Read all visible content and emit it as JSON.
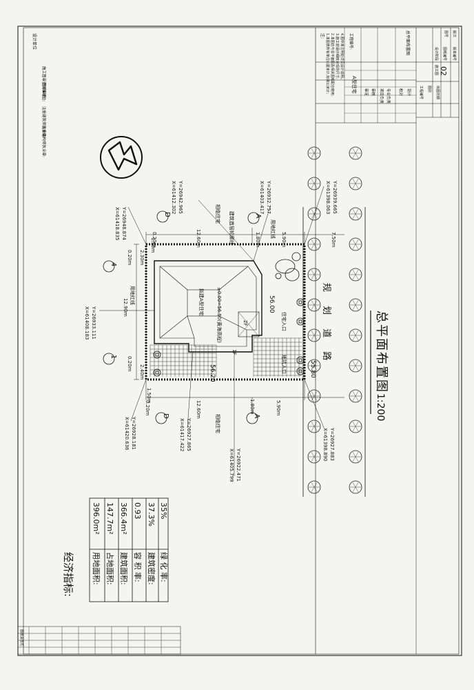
{
  "drawing": {
    "title": "总平面布置图",
    "scale": "1:200",
    "project_name": "A型住宅",
    "sheet_title": "总平面布置图",
    "sheet_number": "02"
  },
  "indicators": {
    "heading": "经济指标:",
    "rows": [
      {
        "label": "用地面积:",
        "value": "396.0m²"
      },
      {
        "label": "占地面积:",
        "value": "147.7m²"
      },
      {
        "label": "建筑面积:",
        "value": "366.4m²"
      },
      {
        "label": "容 积 率:",
        "value": "0.93"
      },
      {
        "label": "建筑密度:",
        "value": "37.3%"
      },
      {
        "label": "绿 化 率:",
        "value": "35%"
      }
    ]
  },
  "labels": {
    "neighbor_top": "相临住宅",
    "neighbor_bottom": "相临住宅",
    "setback_line": "用地红线",
    "building_line": "建筑首层轮廓线",
    "proposed_house": "拟建A型住宅",
    "elevation": "±0.00=56.50(黄海高程)",
    "floor_1f": "1F",
    "floor_2f": "2F",
    "entrance": "住宅入口",
    "garage_entrance": "地坑入口",
    "road": "规  划  道  路",
    "elev_56_00": "56.00",
    "elev_55_80": "55.80",
    "elev_56_20": "56.20"
  },
  "grid_axes": [
    "D",
    "4",
    "1",
    "D",
    "A",
    "A"
  ],
  "dimensions": {
    "d_12_90": "12.90m",
    "d_12_60_top": "12.60m",
    "d_12_60_bot": "12.60m",
    "d_2_30": "2.30m",
    "d_2_40": "2.40m",
    "d_0_20a": "0.20m",
    "d_0_20b": "0.20m",
    "d_0_20c": "0.20m",
    "d_0_20d": "0.20m",
    "d_1_50a": "1.50m",
    "d_1_50b": "1.50m",
    "d_1_80a": "1.80m",
    "d_1_80b": "1.80m",
    "d_5_90a": "5.90m",
    "d_5_90b": "5.90m",
    "d_7_50": "7.50m"
  },
  "coordinates": [
    "X=61418.835",
    "Y=26948.874",
    "X=61412.302",
    "Y=26942.965",
    "X=61403.417",
    "Y=26932.757",
    "X=61398.063",
    "Y=26939.665",
    "X=61408.183",
    "Y=26933.111",
    "X=61420.636",
    "Y=26928.181",
    "X=61417.422",
    "Y=26927.865",
    "X=61405.799",
    "Y=26922.471",
    "X=61398.890",
    "Y=26927.883"
  ],
  "title_block": {
    "design_unit": "设计单位",
    "notes_heading": "注:",
    "notes": [
      "1.本图表所有单位以厘米计,标高以米计;",
      "2.本图应与总平面图及相关图纸配合使用;",
      "3.施工前请仔细核对现场尺寸;",
      "4.图中未注明处详见设计说明。"
    ],
    "stamp_fields": [
      "施工图审查批准单位:",
      "图纸审查:",
      "注册建筑师执业章:",
      "注册结构师执业章:"
    ],
    "engineering_code": "工程编号:",
    "signers": [
      "审定",
      "审核",
      "项目负责",
      "专业负责",
      "校对",
      "设计"
    ],
    "meta_labels": [
      "工程编号",
      "图别",
      "出图日期",
      "设计阶段",
      "图纸编号",
      "版本编号",
      "图号",
      "版次"
    ],
    "meta_values": [
      "施工图",
      "",
      "",
      "",
      "",
      "",
      "02",
      ""
    ],
    "small_grid_label": "图纸会签栏"
  },
  "colors": {
    "line": "#111111",
    "paper": "#f4f4f2",
    "hatch": "#333333"
  }
}
